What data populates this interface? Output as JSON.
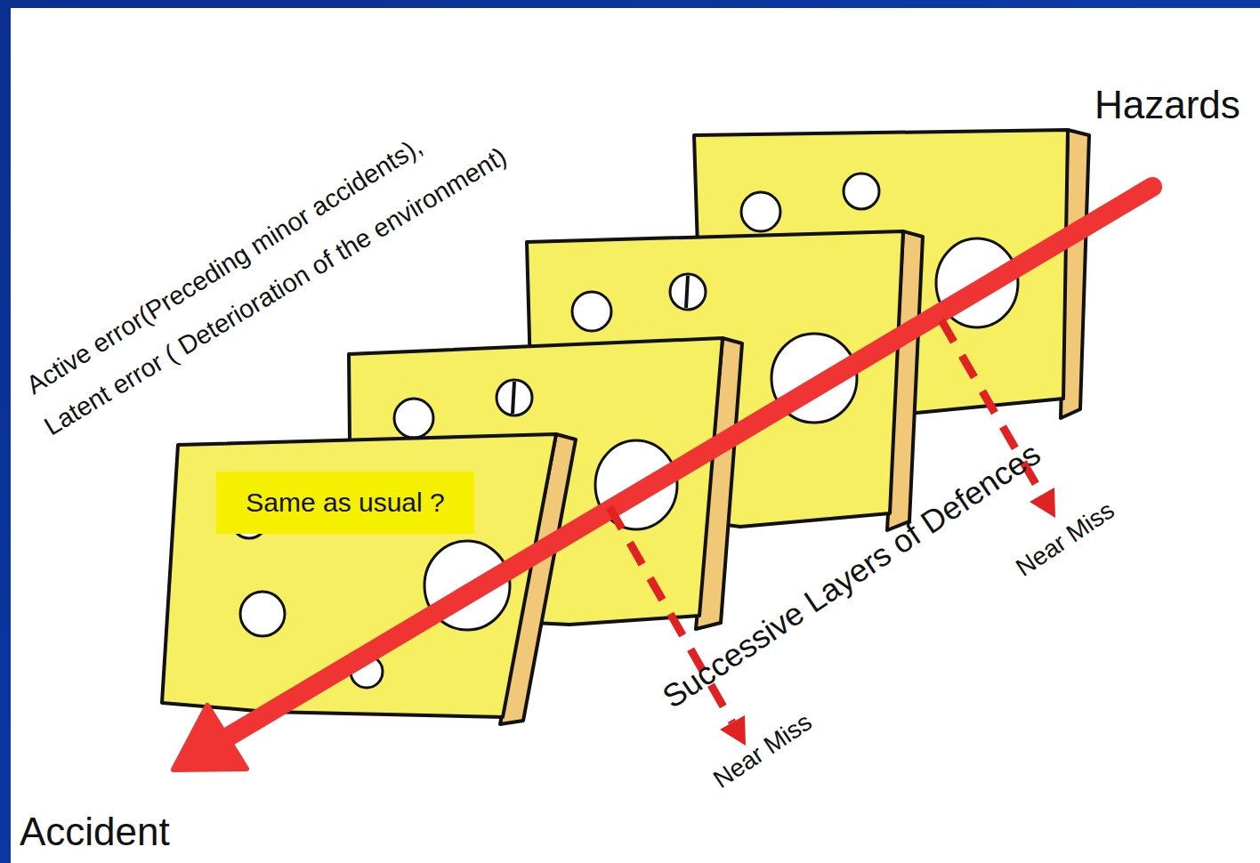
{
  "diagram": {
    "nodes": [
      {
        "text": [
          "Same as usual ?"
        ]
      }
    ],
    "labels": [
      "Hazards",
      "Accident",
      "Active error(Preceding minor accidents),",
      "Latent error ( Deterioration of the environment)",
      "Successive Layers of Defences",
      "Near Miss",
      "Near Miss"
    ]
  }
}
